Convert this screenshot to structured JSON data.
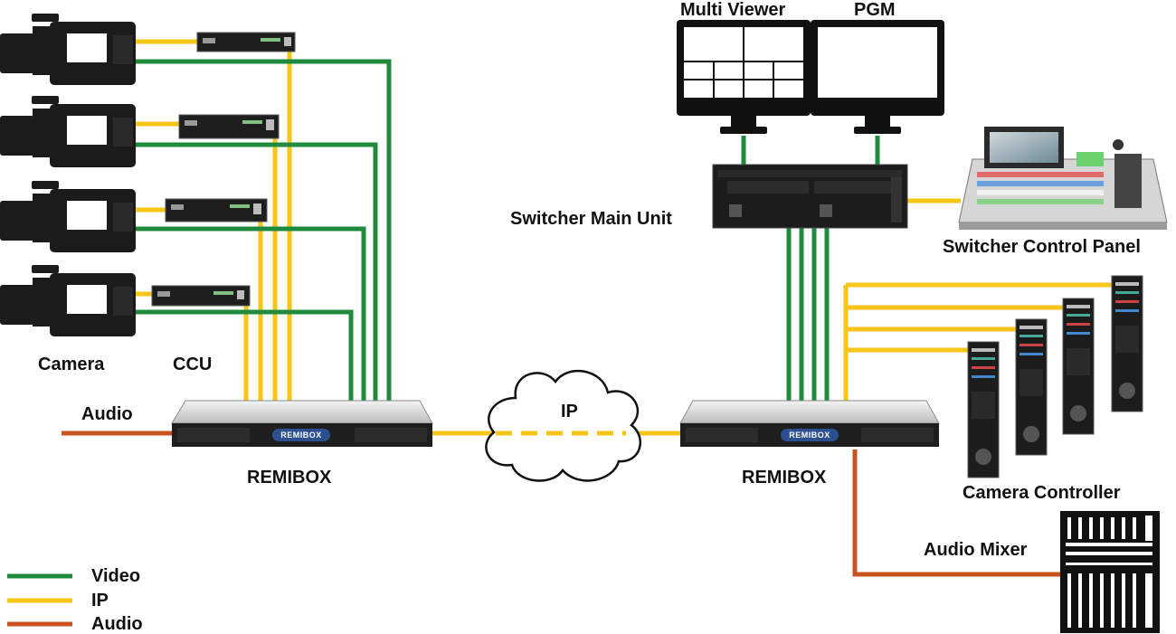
{
  "labels": {
    "camera": "Camera",
    "ccu": "CCU",
    "audio_in": "Audio",
    "remibox_left": "REMIBOX",
    "remibox_right": "REMIBOX",
    "ip_cloud": "IP",
    "multi_viewer": "Multi Viewer",
    "pgm": "PGM",
    "switcher_main_unit": "Switcher Main Unit",
    "switcher_control_panel": "Switcher Control Panel",
    "camera_controller": "Camera Controller",
    "audio_mixer": "Audio Mixer",
    "remibox_badge": "REMIBOX"
  },
  "legend": [
    {
      "label": "Video",
      "color": "#1f8a3c"
    },
    {
      "label": "IP",
      "color": "#f5c518"
    },
    {
      "label": "Audio",
      "color": "#c8531e"
    }
  ],
  "colors": {
    "video": "#1f8a3c",
    "ip": "#f5c518",
    "audio": "#c8531e"
  }
}
